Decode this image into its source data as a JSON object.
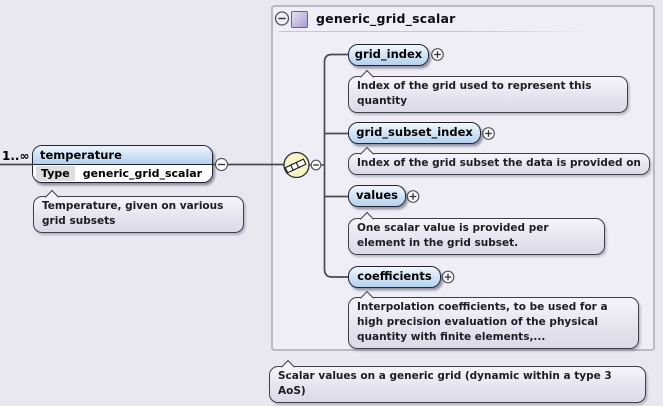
{
  "diagram": {
    "occurrence": "1..∞",
    "root": {
      "name": "temperature",
      "type_label": "Type",
      "type_value": "generic_grid_scalar",
      "doc": "Temperature, given on various\ngrid subsets"
    },
    "container": {
      "title": "generic_grid_scalar",
      "doc": "Scalar values on a generic grid (dynamic within a type 3\nAoS)"
    },
    "children": [
      {
        "name": "grid_index",
        "doc": "Index of the grid used to represent this\nquantity"
      },
      {
        "name": "grid_subset_index",
        "doc": "Index of the grid subset the data is provided on"
      },
      {
        "name": "values",
        "doc": "One scalar value is provided per\nelement in the grid subset."
      },
      {
        "name": "coefficients",
        "doc": "Interpolation coefficients, to be used for a\nhigh precision evaluation of the physical\nquantity with finite elements,..."
      }
    ],
    "colors": {
      "page_background": "#e9e7f0",
      "panel_background": "#efedf5",
      "element_fill_top": "#f1f8fd",
      "element_fill_bottom": "#b4d1ee",
      "annotation_fill": "#e7e4f0",
      "compositor_fill": "#f7f5c4",
      "complextype_icon_fill": "#c5bbe2",
      "wire": "#4a4a4a"
    }
  }
}
